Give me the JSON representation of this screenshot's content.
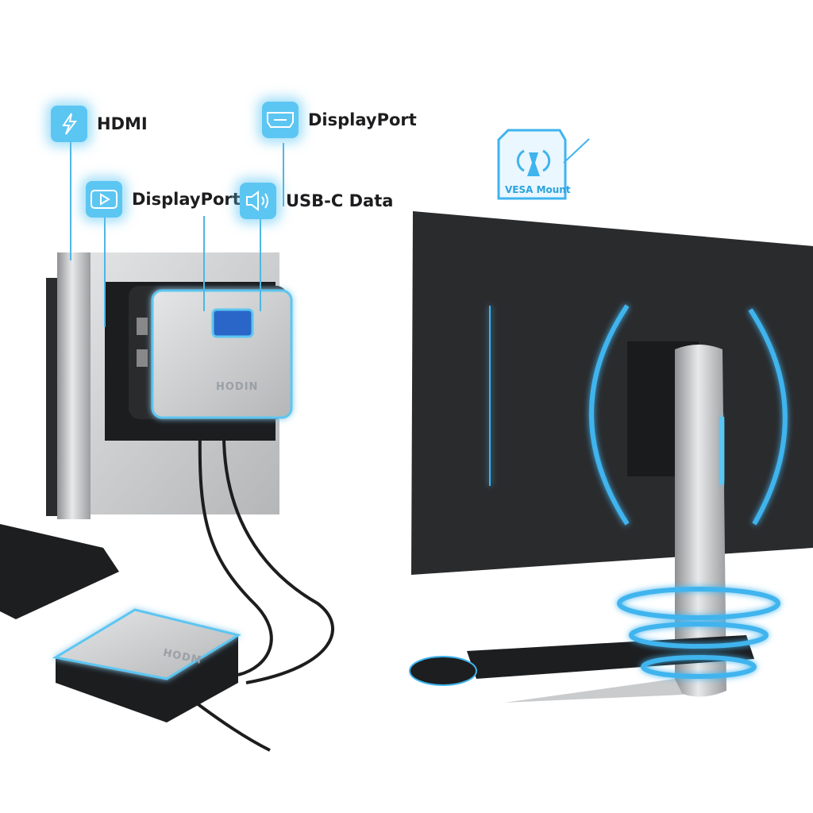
{
  "callouts": [
    {
      "label": "HDMI",
      "icon": "lightning-icon"
    },
    {
      "label": "DisplayPort",
      "icon": "play-icon"
    },
    {
      "label": "DisplayPort",
      "icon": "port-icon"
    },
    {
      "label": "USB-C Data",
      "icon": "speaker-icon"
    }
  ],
  "vesa": {
    "label": "VESA Mount",
    "icon": "signal-icon"
  },
  "etched": {
    "dock_brand": "HODIN",
    "hub_brand": "HODM"
  },
  "colors": {
    "accent": "#5cc6f2",
    "glow": "#3fb4ee",
    "monitor": "#262729",
    "silver": "#c9cbcd"
  }
}
